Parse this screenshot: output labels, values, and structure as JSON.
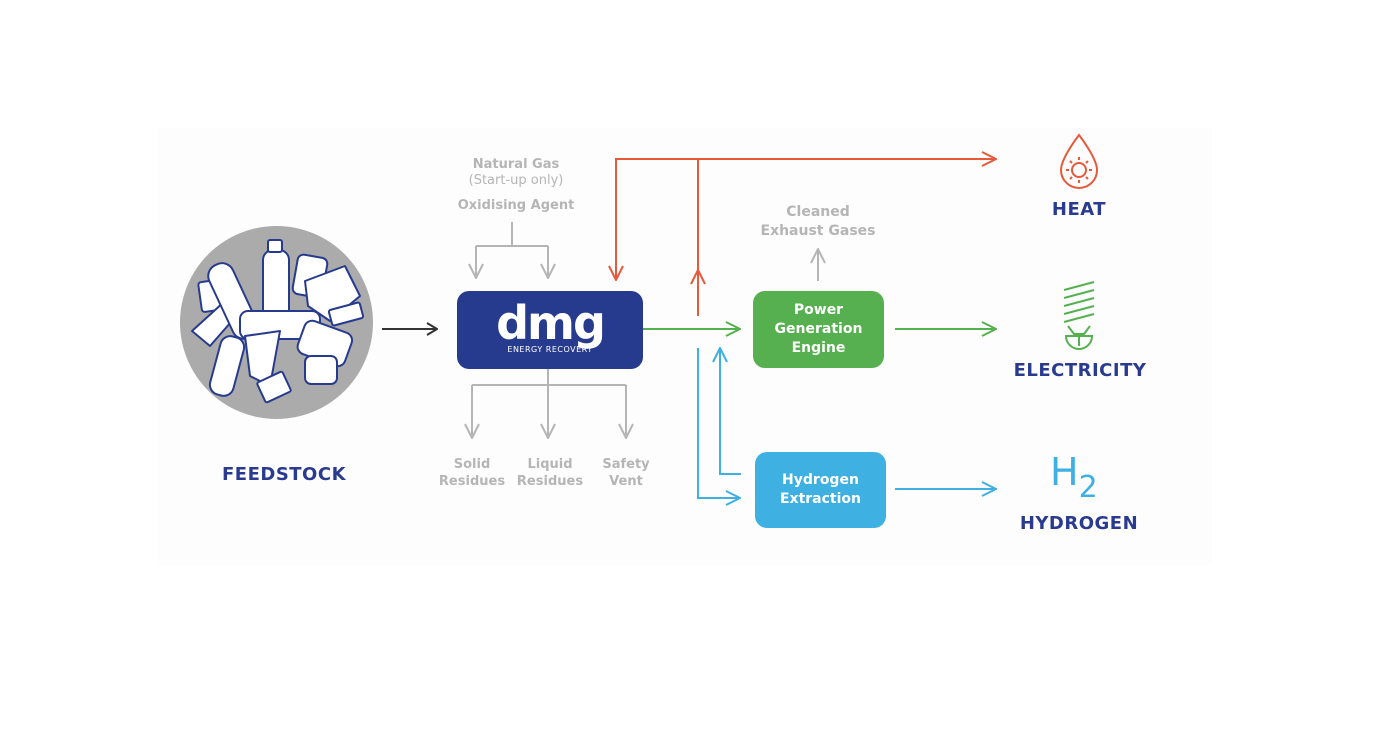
{
  "diagram": {
    "feedstock": {
      "label": "FEEDSTOCK",
      "icon": "plastic-waste-pile-icon"
    },
    "inputs": {
      "natural_gas": "Natural Gas",
      "natural_gas_note": "(Start-up only)",
      "oxidising_agent": "Oxidising Agent"
    },
    "core": {
      "logo": "dmg",
      "subtitle": "ENERGY RECOVERY"
    },
    "residues": [
      {
        "line1": "Solid",
        "line2": "Residues"
      },
      {
        "line1": "Liquid",
        "line2": "Residues"
      },
      {
        "line1": "Safety",
        "line2": "Vent"
      }
    ],
    "exhaust": {
      "line1": "Cleaned",
      "line2": "Exhaust Gases"
    },
    "engine": {
      "line1": "Power",
      "line2": "Generation",
      "line3": "Engine"
    },
    "extraction": {
      "line1": "Hydrogen",
      "line2": "Extraction"
    },
    "outputs": {
      "heat": {
        "label": "HEAT",
        "icon": "heat-drop-icon"
      },
      "electricity": {
        "label": "ELECTRICITY",
        "icon": "light-bulb-icon"
      },
      "hydrogen": {
        "label": "HYDROGEN",
        "symbol": "H",
        "subscript": "2"
      }
    },
    "colors": {
      "navy": "#273b8e",
      "heat": "#e8583a",
      "power": "#57b04f",
      "hydrogen": "#3fb0e2",
      "gray": "#b5b5b5",
      "feed_arrow": "#333333"
    }
  }
}
